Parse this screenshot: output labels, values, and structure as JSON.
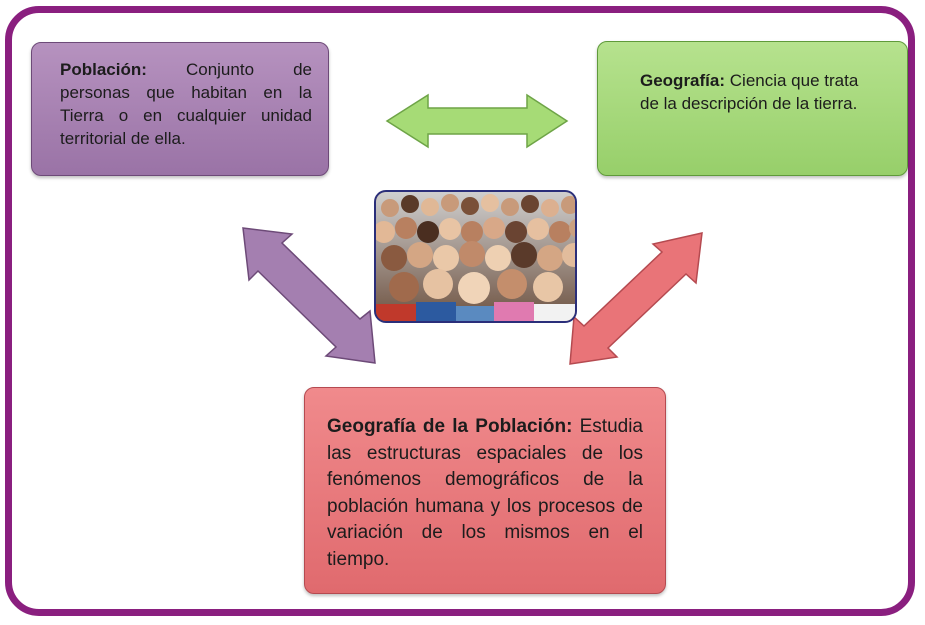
{
  "boxes": {
    "poblacion": {
      "term": "Población:",
      "definition": "Conjunto de personas que habitan en la Tierra o en cualquier unidad territorial de ella."
    },
    "geografia": {
      "term": "Geografía:",
      "definition": "Ciencia que trata de la descripción de la tierra."
    },
    "geografia_poblacion": {
      "term": "Geografía de la Población:",
      "definition": "Estudia las estructuras espaciales de los fenómenos demográficos de la población humana y los procesos de variación de los mismos en el tiempo."
    }
  },
  "colors": {
    "frame": "#8a1f7f",
    "poblacion_box": "#a680b2",
    "geografia_box": "#a8da7e",
    "geografia_poblacion_box": "#e87a7e",
    "arrow_green": "#a6db76",
    "arrow_purple": "#a47fb0",
    "arrow_red": "#e97478"
  },
  "image": {
    "subject": "crowd of diverse people photo"
  }
}
